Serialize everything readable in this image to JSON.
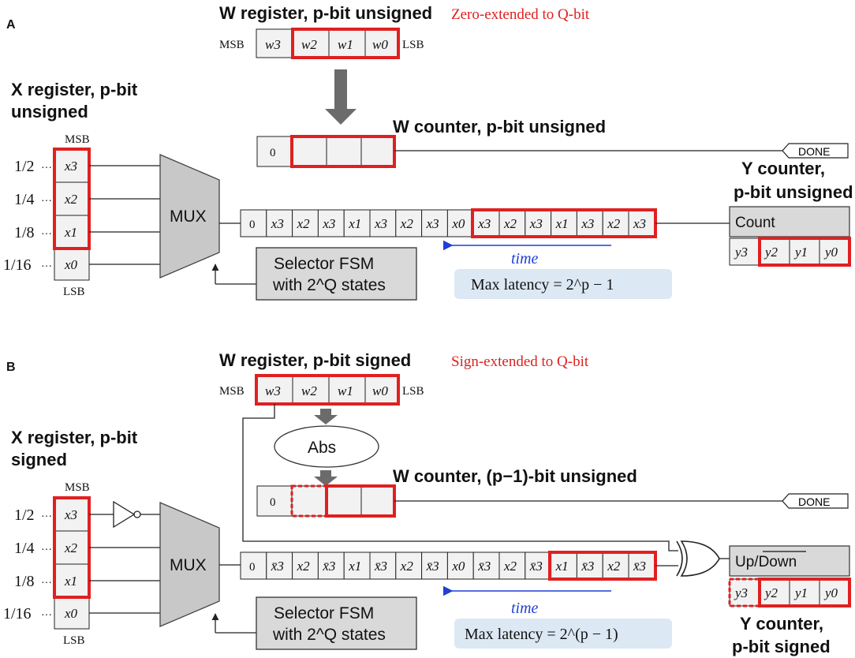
{
  "panelA": {
    "label": "A",
    "w_register": {
      "title": "W register, p-bit unsigned",
      "note": "Zero-extended to Q-bit",
      "msb": "MSB",
      "lsb": "LSB",
      "bits": [
        "w3",
        "w2",
        "w1",
        "w0"
      ]
    },
    "x_register": {
      "title_line1": "X register, p-bit",
      "title_line2": "unsigned",
      "msb": "MSB",
      "lsb": "LSB",
      "bits": [
        "x3",
        "x2",
        "x1",
        "x0"
      ],
      "weights": [
        "1/2",
        "1/4",
        "1/8",
        "1/16"
      ]
    },
    "w_counter": {
      "title": "W counter, p-bit unsigned",
      "zero": "0"
    },
    "done": "DONE",
    "mux": "MUX",
    "stream": [
      "0",
      "x3",
      "x2",
      "x3",
      "x1",
      "x3",
      "x2",
      "x3",
      "x0",
      "x3",
      "x2",
      "x3",
      "x1",
      "x3",
      "x2",
      "x3"
    ],
    "selector_line1": "Selector FSM",
    "selector_line2": "with 2^Q states",
    "time": "time",
    "latency": "Max latency = 2^p − 1",
    "y_counter": {
      "title_line1": "Y counter,",
      "title_line2": "p-bit unsigned",
      "count": "Count",
      "bits": [
        "y3",
        "y2",
        "y1",
        "y0"
      ]
    }
  },
  "panelB": {
    "label": "B",
    "w_register": {
      "title": "W register, p-bit signed",
      "note": "Sign-extended to Q-bit",
      "msb": "MSB",
      "lsb": "LSB",
      "bits": [
        "w3",
        "w2",
        "w1",
        "w0"
      ]
    },
    "abs": "Abs",
    "x_register": {
      "title_line1": "X register, p-bit",
      "title_line2": "signed",
      "msb": "MSB",
      "lsb": "LSB",
      "bits": [
        "x3",
        "x2",
        "x1",
        "x0"
      ],
      "weights": [
        "1/2",
        "1/4",
        "1/8",
        "1/16"
      ]
    },
    "w_counter": {
      "title": "W counter, (p−1)-bit unsigned",
      "zero": "0"
    },
    "done": "DONE",
    "mux": "MUX",
    "stream": [
      "0",
      "x̄3",
      "x2",
      "x̄3",
      "x1",
      "x̄3",
      "x2",
      "x̄3",
      "x0",
      "x̄3",
      "x2",
      "x̄3",
      "x1",
      "x̄3",
      "x2",
      "x̄3"
    ],
    "selector_line1": "Selector FSM",
    "selector_line2": "with 2^Q states",
    "time": "time",
    "latency": "Max latency = 2^(p − 1)",
    "y_counter": {
      "title_line1": "Y counter,",
      "title_line2": "p-bit signed",
      "updown": "Up/Down",
      "bits": [
        "y3",
        "y2",
        "y1",
        "y0"
      ]
    }
  }
}
